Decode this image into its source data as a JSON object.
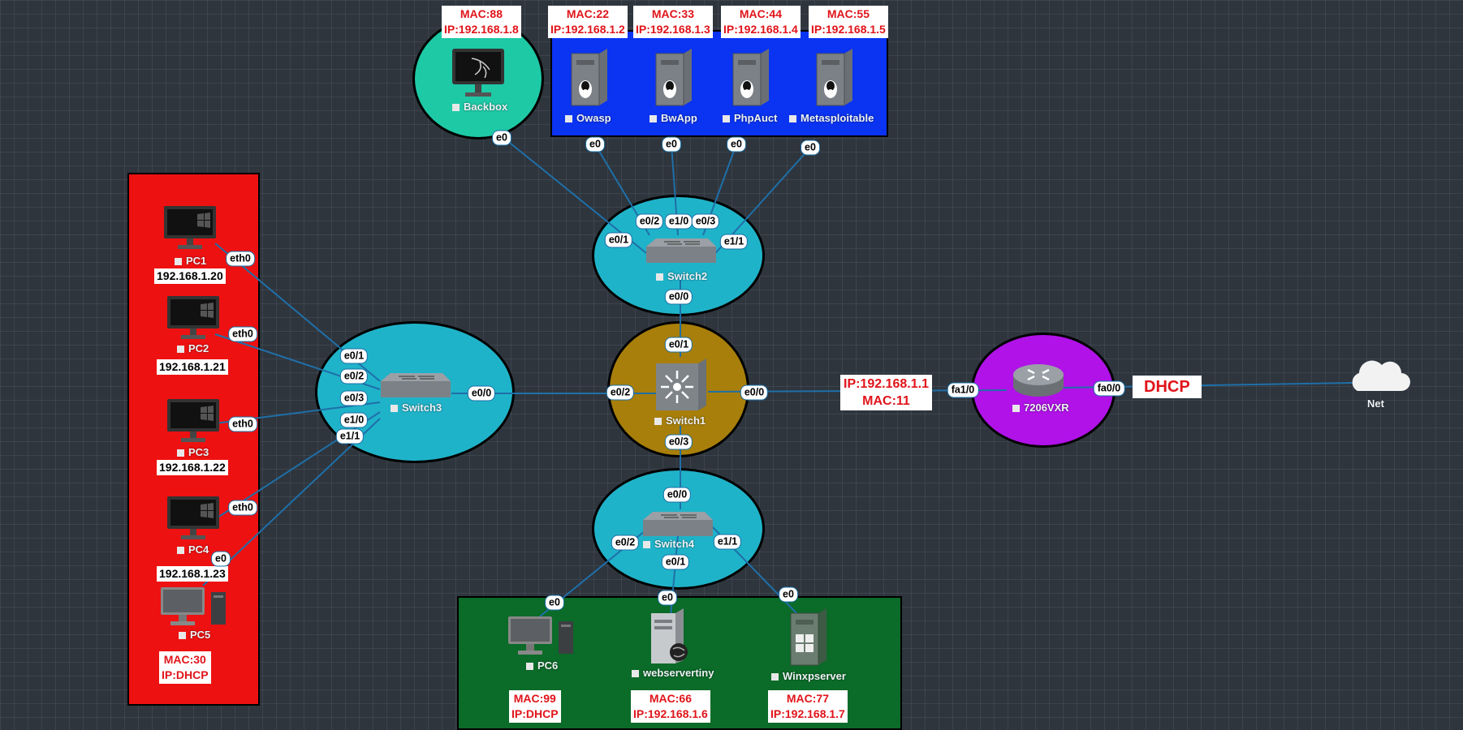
{
  "nodes": {
    "backbox": {
      "label": "Backbox",
      "mac": "MAC:88",
      "ip": "IP:192.168.1.8"
    },
    "owasp": {
      "label": "Owasp",
      "mac": "MAC:22",
      "ip": "IP:192.168.1.2"
    },
    "bwapp": {
      "label": "BwApp",
      "mac": "MAC:33",
      "ip": "IP:192.168.1.3"
    },
    "phpauct": {
      "label": "PhpAuct",
      "mac": "MAC:44",
      "ip": "IP:192.168.1.4"
    },
    "metasploitable": {
      "label": "Metasploitable",
      "mac": "MAC:55",
      "ip": "IP:192.168.1.5"
    },
    "pc1": {
      "label": "PC1",
      "ip": "192.168.1.20",
      "port": "eth0"
    },
    "pc2": {
      "label": "PC2",
      "ip": "192.168.1.21",
      "port": "eth0"
    },
    "pc3": {
      "label": "PC3",
      "ip": "192.168.1.22",
      "port": "eth0"
    },
    "pc4": {
      "label": "PC4",
      "ip": "192.168.1.23",
      "port": "eth0"
    },
    "pc5": {
      "label": "PC5",
      "mac": "MAC:30",
      "ip": "IP:DHCP",
      "port": "e0"
    },
    "pc6": {
      "label": "PC6",
      "mac": "MAC:99",
      "ip": "IP:DHCP",
      "port": "e0"
    },
    "webservertiny": {
      "label": "webservertiny",
      "mac": "MAC:66",
      "ip": "IP:192.168.1.6",
      "port": "e0"
    },
    "winxpserver": {
      "label": "Winxpserver",
      "mac": "MAC:77",
      "ip": "IP:192.168.1.7",
      "port": "e0"
    },
    "switch1": {
      "label": "Switch1"
    },
    "switch2": {
      "label": "Switch2"
    },
    "switch3": {
      "label": "Switch3"
    },
    "switch4": {
      "label": "Switch4"
    },
    "router": {
      "label": "7206VXR",
      "ip": "IP:192.168.1.1",
      "mac": "MAC:11",
      "dhcp": "DHCP"
    },
    "net": {
      "label": "Net"
    }
  },
  "ports": {
    "backbox_e0": "e0",
    "owasp_e0": "e0",
    "bwapp_e0": "e0",
    "phpauct_e0": "e0",
    "meta_e0": "e0",
    "s2_e01": "e0/1",
    "s2_e02": "e0/2",
    "s2_e10": "e1/0",
    "s2_e03": "e0/3",
    "s2_e11": "e1/1",
    "s2_e00": "e0/0",
    "s1_e01": "e0/1",
    "s1_e02": "e0/2",
    "s1_e00": "e0/0",
    "s1_e03": "e0/3",
    "s3_e01": "e0/1",
    "s3_e02": "e0/2",
    "s3_e03": "e0/3",
    "s3_e10": "e1/0",
    "s3_e11": "e1/1",
    "s3_e00": "e0/0",
    "s4_e00": "e0/0",
    "s4_e02": "e0/2",
    "s4_e01": "e0/1",
    "s4_e11": "e1/1",
    "r_fa10": "fa1/0",
    "r_fa00": "fa0/0"
  },
  "colors": {
    "link": "#1f6fa8",
    "pc_area": "#ee1111",
    "server_area": "#0a33f2",
    "lan_area": "#0b6b28",
    "switch_ellipse": "#1fb3c9",
    "core_ellipse": "#a87f0a",
    "router_ellipse": "#b012e8",
    "backbox_ellipse": "#1ec9a6"
  }
}
